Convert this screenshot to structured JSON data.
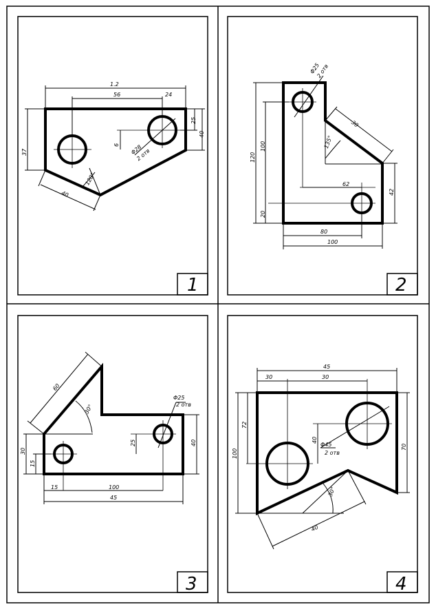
{
  "sheets": [
    {
      "number": "1",
      "dims": {
        "total_width": "1.2",
        "hole_spacing": "56",
        "right_offset": "24",
        "height_left": "37",
        "right_small": "25",
        "right_height": "40",
        "hole_offset": "6",
        "hole_dia": "Φ28",
        "hole_note": "2 отв",
        "bottom_edge": "40",
        "angle": "120°"
      }
    },
    {
      "number": "2",
      "dims": {
        "hole_dia": "Φ25",
        "hole_note": "2 отв",
        "slant": "30",
        "angle": "135°",
        "height_total": "120",
        "height_mid": "100",
        "bottom": "20",
        "right_height": "42",
        "center_dist": "62",
        "width_inner": "80",
        "width_total": "100"
      }
    },
    {
      "number": "3",
      "dims": {
        "slant": "60",
        "angle": "30°",
        "hole_dia": "Φ25",
        "hole_note": "2 отв",
        "left_height": "30",
        "left_low": "15",
        "hole_height": "25",
        "right_height": "40",
        "left_offset": "15",
        "hole_spacing": "100",
        "total_width": "45"
      }
    },
    {
      "number": "4",
      "dims": {
        "total_width": "45",
        "left_offset": "30",
        "hole_spacing": "30",
        "upper_height": "72",
        "total_height": "100",
        "right_height": "70",
        "hole_offset": "40",
        "hole_dia": "Φ45",
        "hole_note": "2 отв",
        "angle": "30°",
        "bottom_edge": "40"
      }
    }
  ]
}
